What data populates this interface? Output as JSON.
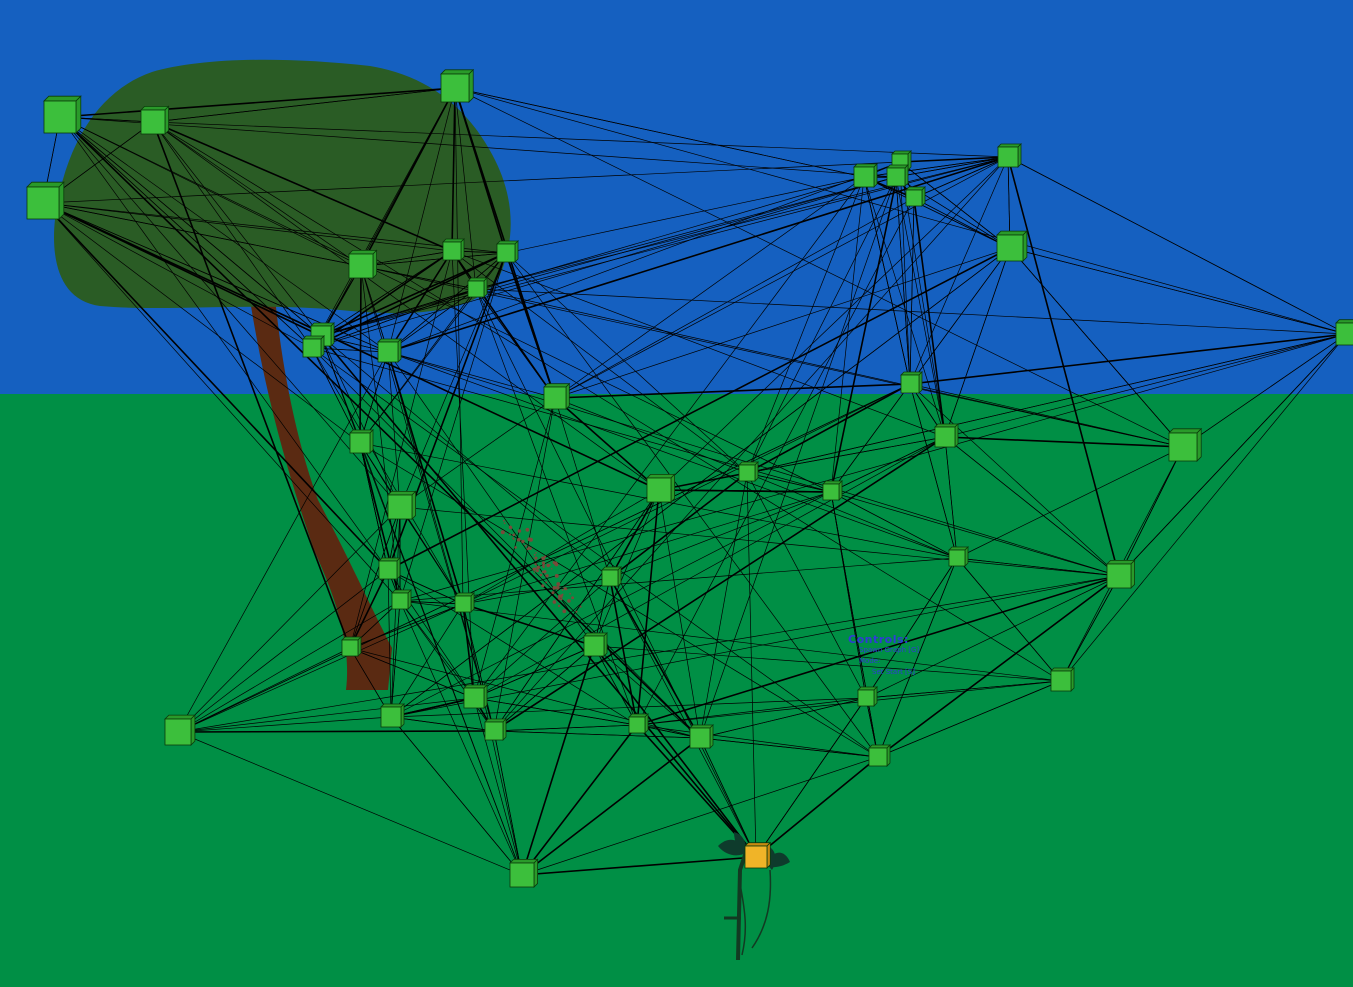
{
  "scene": {
    "colors": {
      "sky": "#1560c0",
      "ground": "#008f45",
      "tree_canopy": "#2a5c25",
      "tree_trunk": "#5a2a12",
      "node_fill": "#3cbf3c",
      "node_side": "#2a9a2a",
      "node_edge": "#0b3a0b",
      "edge_line": "#000000",
      "selected_node": "#f0b428",
      "plant_stem": "#123a22",
      "plant_leaf": "#0e3b2c",
      "insects": "#7a4a3a"
    },
    "node_count": 49,
    "selected_node_icon": "highlighted-cube-icon",
    "node_icon": "green-cube-icon",
    "controls": {
      "title": "Controls:",
      "line1": "Spawn Graph [G]",
      "line2": "Mode:",
      "line3": "Set Start [S]"
    }
  }
}
